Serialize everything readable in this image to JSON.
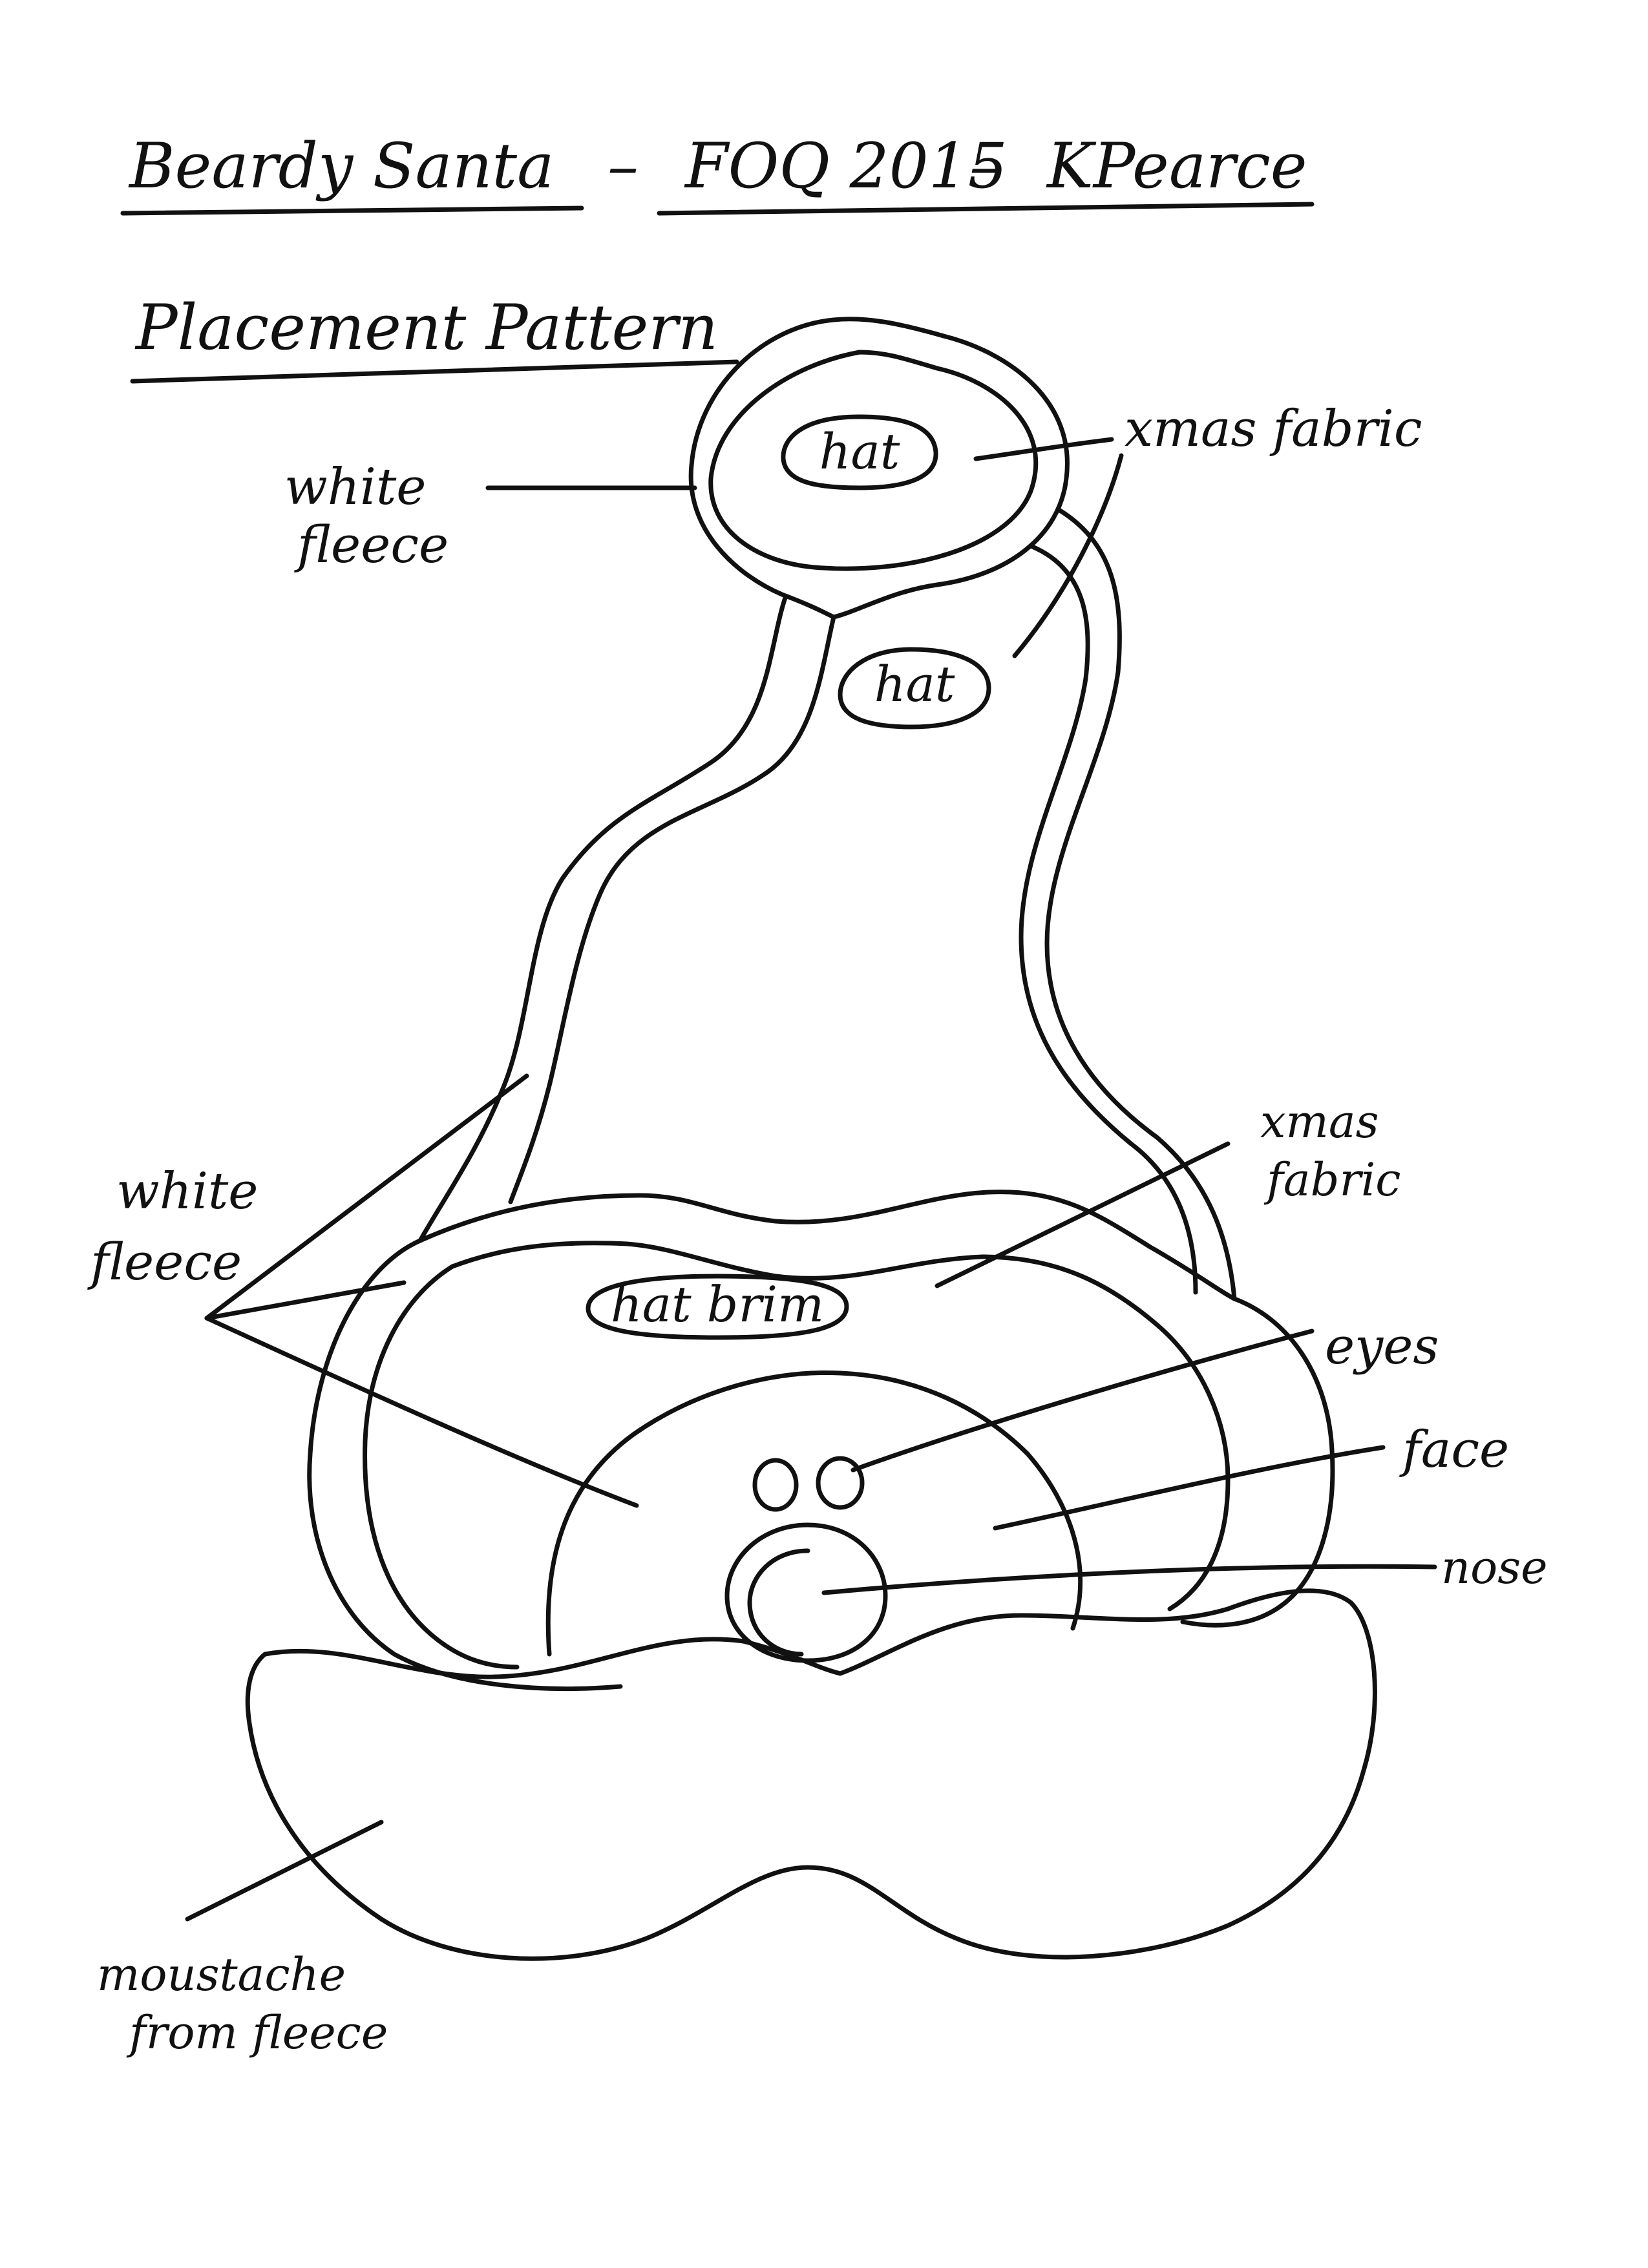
{
  "title": {
    "part1": "Beardy Santa",
    "part2": "FOQ 2015",
    "part3": "KPearce",
    "sep": "–"
  },
  "subtitle": "Placement Pattern",
  "regions": {
    "hat_top": "hat",
    "hat_mid": "hat",
    "hat_brim": "hat brim"
  },
  "labels": {
    "white_fleece_top_line1": "white",
    "white_fleece_top_line2": "fleece",
    "xmas_fabric_top": "xmas fabric",
    "white_fleece_left_line1": "white",
    "white_fleece_left_line2": "fleece",
    "xmas_fabric_right_line1": "xmas",
    "xmas_fabric_right_line2": "fabric",
    "eyes": "eyes",
    "face": "face",
    "nose": "nose",
    "moustache_line1": "moustache",
    "moustache_line2": "from fleece"
  }
}
